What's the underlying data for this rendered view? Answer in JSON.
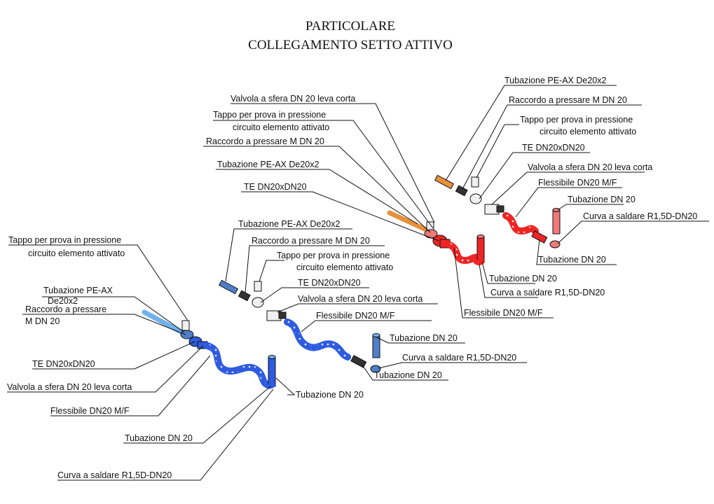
{
  "title": {
    "line1": "PARTICOLARE",
    "line2": "COLLEGAMENTO SETTO ATTIVO"
  },
  "colors": {
    "blue": "#2e5be0",
    "blue_light": "#6fb2ee",
    "red": "#ee2525",
    "red_soft": "#f07a7a",
    "orange": "#e8913c",
    "steel_blue": "#4f7fc8",
    "fitting": "#f0f0f0",
    "ink": "#111111"
  },
  "assembly_left": {
    "labels": {
      "tappo_line1": "Tappo per prova in pressione",
      "tappo_line2": "circuito elemento attivato",
      "pe_ax_line1": "Tubazione PE-AX",
      "pe_ax_line2": "De20x2",
      "raccordo_line1": "Raccordo a pressare",
      "raccordo_line2": "M DN 20",
      "te": "TE DN20xDN20",
      "valvola": "Valvola a sfera DN 20 leva corta",
      "flessibile": "Flessibile DN20 M/F",
      "tubazione_right": "Tubazione DN 20",
      "tubazione_bottom": "Tubazione DN 20",
      "curva": "Curva a saldare R1,5D-DN20"
    }
  },
  "assembly_middle": {
    "labels": {
      "pe_ax": "Tubazione PE-AX De20x2",
      "raccordo": "Raccordo a pressare M DN 20",
      "tappo_line1": "Tappo per prova in pressione",
      "tappo_line2": "circuito elemento attivato",
      "te": "TE DN20xDN20",
      "valvola": "Valvola a sfera DN 20 leva corta",
      "flessibile": "Flessibile DN20 M/F",
      "tubazione_top": "Tubazione DN 20",
      "curva": "Curva a saldare R1,5D-DN20",
      "tubazione_bottom": "Tubazione DN 20"
    }
  },
  "assembly_red": {
    "labels": {
      "valvola": "Valvola a sfera DN 20 leva corta",
      "tappo_line1": "Tappo per prova in pressione",
      "tappo_line2": "circuito elemento attivato",
      "raccordo": "Raccordo a pressare M DN 20",
      "pe_ax": "Tubazione PE-AX De20x2",
      "te": "TE DN20xDN20",
      "tubazione": "Tubazione DN 20",
      "curva": "Curva a saldare R1,5D-DN20",
      "flessibile": "Flessibile DN20 M/F"
    }
  },
  "assembly_exploded_red": {
    "labels": {
      "pe_ax": "Tubazione PE-AX De20x2",
      "raccordo": "Raccordo a pressare M DN 20",
      "tappo_line1": "Tappo per prova in pressione",
      "tappo_line2": "circuito elemento attivato",
      "te": "TE DN20xDN20",
      "valvola": "Valvola a sfera DN 20 leva corta",
      "flessibile": "Flessibile DN20 M/F",
      "tubazione_top": "Tubazione DN 20",
      "curva": "Curva a saldare R1,5D-DN20",
      "tubazione_bottom": "Tubazione DN 20"
    }
  }
}
